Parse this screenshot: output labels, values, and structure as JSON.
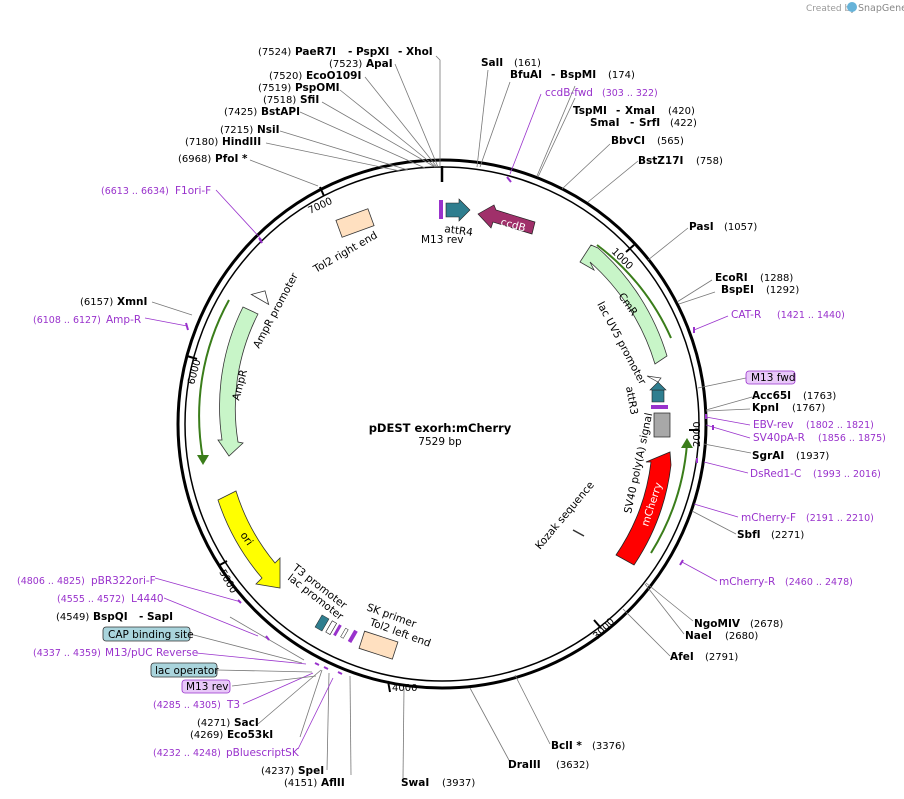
{
  "credit": {
    "prefix": "Created by",
    "brand": "SnapGene"
  },
  "plasmid": {
    "name": "pDEST exorh:mCherry",
    "length": "7529 bp"
  },
  "colors": {
    "backbone": "#000000",
    "primer": "#9932cc",
    "feature_resistance": "#c8f5c8",
    "feature_origin": "#ffff00",
    "feature_mcherry": "#ff0000",
    "feature_ccdb": "#a0306a",
    "feature_att": "#2f7e8f",
    "feature_misc": "#ffe0c0",
    "feature_polya": "#a8a8a8",
    "box_blue": "#a9d4dc",
    "box_pink": "#e8c8f8"
  },
  "ticks": [
    "1000",
    "2000",
    "3000",
    "4000",
    "5000",
    "6000",
    "7000"
  ],
  "enzymes": [
    {
      "pos": "(7524)",
      "name": "PaeR7I",
      "extra": "PspXI",
      "extra2": "XhoI"
    },
    {
      "pos": "(7523)",
      "name": "ApaI"
    },
    {
      "pos": "(7520)",
      "name": "EcoO109I"
    },
    {
      "pos": "(7519)",
      "name": "PspOMI"
    },
    {
      "pos": "(7518)",
      "name": "SfiI"
    },
    {
      "pos": "(7425)",
      "name": "BstAPI"
    },
    {
      "pos": "(7215)",
      "name": "NsiI"
    },
    {
      "pos": "(7180)",
      "name": "HindIII"
    },
    {
      "pos": "(6968)",
      "name": "PfoI *"
    },
    {
      "pos": "(161)",
      "name": "SalI"
    },
    {
      "pos": "(174)",
      "name": "BfuAI",
      "extra": "BspMI"
    },
    {
      "pos": "(420)",
      "name": "TspMI",
      "extra": "XmaI"
    },
    {
      "pos": "(422)",
      "name": "SmaI",
      "extra": "SrfI"
    },
    {
      "pos": "(565)",
      "name": "BbvCI"
    },
    {
      "pos": "(758)",
      "name": "BstZ17I"
    },
    {
      "pos": "(1057)",
      "name": "PasI"
    },
    {
      "pos": "(1288)",
      "name": "EcoRI"
    },
    {
      "pos": "(1292)",
      "name": "BspEI"
    },
    {
      "pos": "(1763)",
      "name": "Acc65I"
    },
    {
      "pos": "(1767)",
      "name": "KpnI"
    },
    {
      "pos": "(1937)",
      "name": "SgrAI"
    },
    {
      "pos": "(2271)",
      "name": "SbfI"
    },
    {
      "pos": "(2678)",
      "name": "NgoMIV"
    },
    {
      "pos": "(2680)",
      "name": "NaeI"
    },
    {
      "pos": "(2791)",
      "name": "AfeI"
    },
    {
      "pos": "(3376)",
      "name": "BclI *"
    },
    {
      "pos": "(3632)",
      "name": "DraIII"
    },
    {
      "pos": "(3937)",
      "name": "SwaI"
    },
    {
      "pos": "(4151)",
      "name": "AflII"
    },
    {
      "pos": "(4237)",
      "name": "SpeI"
    },
    {
      "pos": "(4269)",
      "name": "Eco53kI"
    },
    {
      "pos": "(4271)",
      "name": "SacI"
    },
    {
      "pos": "(4549)",
      "name": "BspQI",
      "extra": "SapI"
    },
    {
      "pos": "(6157)",
      "name": "XmnI"
    }
  ],
  "primers": [
    {
      "name": "ccdB-fwd",
      "pos": "(303 .. 322)"
    },
    {
      "name": "CAT-R",
      "pos": "(1421 .. 1440)"
    },
    {
      "name": "M13 fwd"
    },
    {
      "name": "EBV-rev",
      "pos": "(1802 .. 1821)"
    },
    {
      "name": "SV40pA-R",
      "pos": "(1856 .. 1875)"
    },
    {
      "name": "DsRed1-C",
      "pos": "(1993 .. 2016)"
    },
    {
      "name": "mCherry-F",
      "pos": "(2191 .. 2210)"
    },
    {
      "name": "mCherry-R",
      "pos": "(2460 .. 2478)"
    },
    {
      "name": "F1ori-F",
      "pos": "(6613 .. 6634)"
    },
    {
      "name": "Amp-R",
      "pos": "(6108 .. 6127)"
    },
    {
      "name": "pBR322ori-F",
      "pos": "(4806 .. 4825)"
    },
    {
      "name": "L4440",
      "pos": "(4555 .. 4572)"
    },
    {
      "name": "CAP binding site"
    },
    {
      "name": "M13/pUC Reverse",
      "pos": "(4337 .. 4359)"
    },
    {
      "name": "lac operator"
    },
    {
      "name": "M13 rev"
    },
    {
      "name": "T3",
      "pos": "(4285 .. 4305)"
    },
    {
      "name": "pBluescriptSK",
      "pos": "(4232 .. 4248)"
    }
  ],
  "features": {
    "ccdb": "ccdB",
    "attr4": "attR4",
    "m13rev_inner": "M13 rev",
    "tol2_right": "Tol2 right end",
    "cmr": "CmR",
    "lac_uv5": "lac UV5 promoter",
    "attr3": "attR3",
    "sv40": "SV40 poly(A) signal",
    "mcherry": "mCherry",
    "kozak": "Kozak sequence",
    "ampr_promoter": "AmpR promoter",
    "ampr": "AmpR",
    "ori": "ori",
    "t3_promoter": "T3 promoter",
    "lac_promoter": "lac promoter",
    "sk_primer": "SK primer",
    "tol2_left": "Tol2 left end"
  }
}
